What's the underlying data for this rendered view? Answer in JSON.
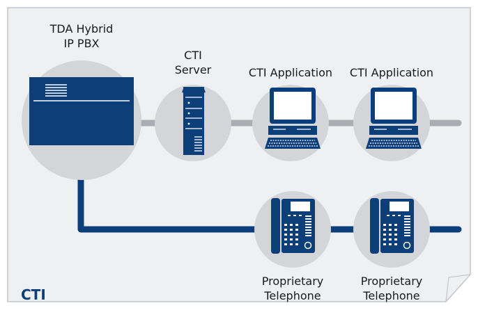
{
  "diagram": {
    "corner_title": "CTI",
    "nodes": {
      "pbx": {
        "line1": "TDA Hybrid",
        "line2": "IP PBX"
      },
      "cti_server": {
        "line1": "CTI",
        "line2": "Server"
      },
      "cti_app_1": {
        "label": "CTI Application"
      },
      "cti_app_2": {
        "label": "CTI Application"
      },
      "telephone_1": {
        "line1": "Proprietary",
        "line2": "Telephone"
      },
      "telephone_2": {
        "line1": "Proprietary",
        "line2": "Telephone"
      }
    },
    "links": [
      {
        "from": "pbx",
        "to": "cti_server",
        "type": "ethernet"
      },
      {
        "from": "cti_server",
        "to": "cti_app_1",
        "type": "ethernet"
      },
      {
        "from": "cti_app_1",
        "to": "cti_app_2",
        "type": "ethernet"
      },
      {
        "from": "pbx",
        "to": "telephone_1",
        "type": "digital"
      },
      {
        "from": "telephone_1",
        "to": "telephone_2",
        "type": "digital"
      }
    ],
    "colors": {
      "frame_bg": "#eef0f2",
      "frame_border": "#c2c6cb",
      "node_circle": "#d3d5d9",
      "ethernet_link": "#a9acb0",
      "digital_link": "#0c3f7a",
      "device_blue": "#0c3f7a",
      "corner_title": "#0c3f7a"
    }
  }
}
